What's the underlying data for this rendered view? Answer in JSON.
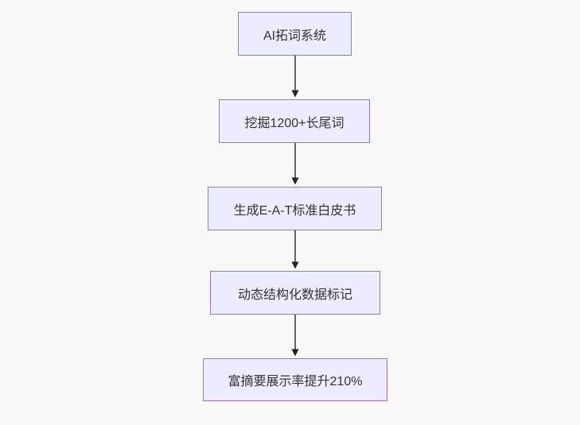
{
  "diagram": {
    "type": "flowchart-top-down",
    "colors": {
      "canvas_background": "#f8f8f8",
      "node_fill": "#ECECFF",
      "node_border": "#9370DB",
      "node_text": "#333333",
      "edge_line": "#555555",
      "edge_arrowhead": "#222222"
    },
    "nodes": [
      {
        "label": "AI拓词系统"
      },
      {
        "label": "挖掘1200+长尾词"
      },
      {
        "label": "生成E-A-T标准白皮书"
      },
      {
        "label": "动态结构化数据标记"
      },
      {
        "label": "富摘要展示率提升210%"
      }
    ],
    "edges": [
      {
        "from": "AI拓词系统",
        "to": "挖掘1200+长尾词"
      },
      {
        "from": "挖掘1200+长尾词",
        "to": "生成E-A-T标准白皮书"
      },
      {
        "from": "生成E-A-T标准白皮书",
        "to": "动态结构化数据标记"
      },
      {
        "from": "动态结构化数据标记",
        "to": "富摘要展示率提升210%"
      }
    ]
  }
}
